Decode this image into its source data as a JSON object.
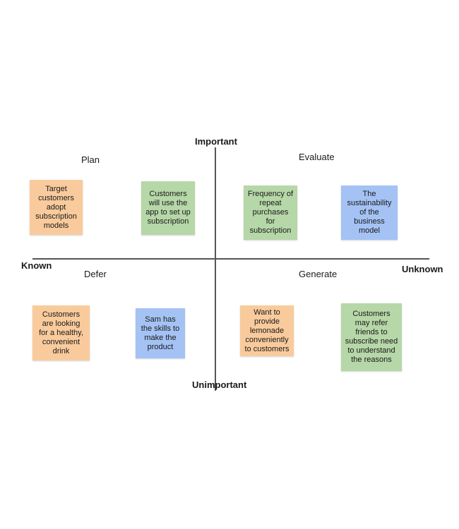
{
  "axes": {
    "top": "Important",
    "bottom": "Unimportant",
    "left": "Known",
    "right": "Unknown"
  },
  "quadrants": {
    "top_left": "Plan",
    "top_right": "Evaluate",
    "bottom_left": "Defer",
    "bottom_right": "Generate"
  },
  "colors": {
    "orange_note": "#f9cb9c",
    "green_note": "#b6d7a8",
    "blue_note": "#a4c2f4",
    "axis": "#555555"
  },
  "notes": {
    "n1": {
      "lines": [
        "Target",
        "customers",
        "adopt",
        "subscription",
        "models"
      ],
      "color": "#f9cb9c"
    },
    "n2": {
      "lines": [
        "Customers",
        "will use the",
        "app to set up",
        "subscription"
      ],
      "color": "#b6d7a8"
    },
    "n3": {
      "lines": [
        "Frequency of",
        "repeat",
        "purchases",
        "for",
        "subscription"
      ],
      "color": "#b6d7a8"
    },
    "n4": {
      "lines": [
        "The",
        "sustainability",
        "of the",
        "business",
        "model"
      ],
      "color": "#a4c2f4"
    },
    "n5": {
      "lines": [
        "Customers",
        "are looking",
        "for a healthy,",
        "convenient",
        "drink"
      ],
      "color": "#f9cb9c"
    },
    "n6": {
      "lines": [
        "Sam has",
        "the skills to",
        "make the",
        "product"
      ],
      "color": "#a4c2f4"
    },
    "n7": {
      "lines": [
        "Want to",
        "provide",
        "lemonade",
        "conveniently",
        "to customers"
      ],
      "color": "#f9cb9c"
    },
    "n8": {
      "lines": [
        "Customers",
        "may refer",
        "friends to",
        "subscribe need",
        "to understand",
        "the reasons"
      ],
      "color": "#b6d7a8"
    }
  }
}
